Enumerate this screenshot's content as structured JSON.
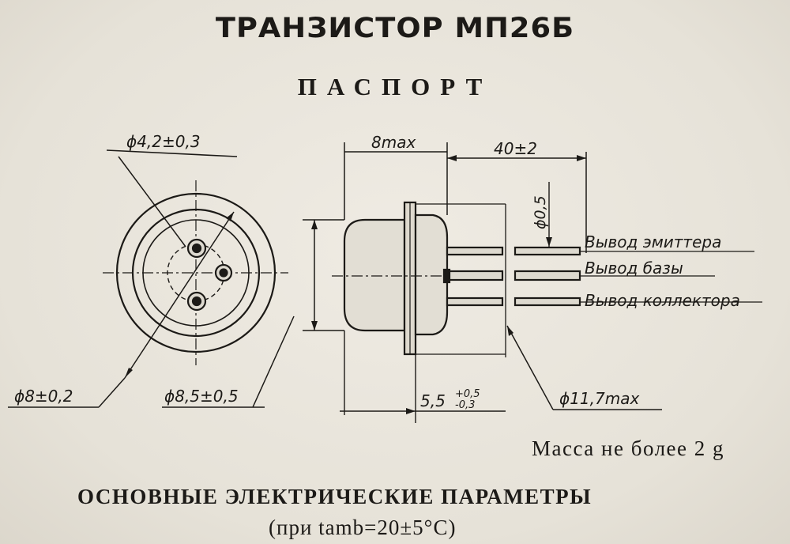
{
  "document": {
    "title": "ТРАНЗИСТОР МП26Б",
    "subtitle": "ПАСПОРТ",
    "mass_note": "Масса не более 2 g",
    "section_heading": "ОСНОВНЫЕ ЭЛЕКТРИЧЕСКИЕ ПАРАМЕТРЫ",
    "conditions": "(при tamb=20±5°C)"
  },
  "drawing": {
    "front_view": {
      "dim_pin_circle": "ϕ4,2±0,3",
      "dim_inner": "ϕ8±0,2",
      "dim_outer": "ϕ8,5±0,5"
    },
    "side_view": {
      "dim_body_length": "8max",
      "dim_lead_length": "40±2",
      "dim_lead_diameter": "ϕ0,5",
      "dim_flange": "5,5",
      "dim_flange_tol_upper": "+0,5",
      "dim_flange_tol_lower": "-0,3",
      "dim_flange_diameter": "ϕ11,7max"
    },
    "leads": {
      "emitter": "Вывод эмиттера",
      "base": "Вывод базы",
      "collector": "Вывод коллектора"
    }
  }
}
